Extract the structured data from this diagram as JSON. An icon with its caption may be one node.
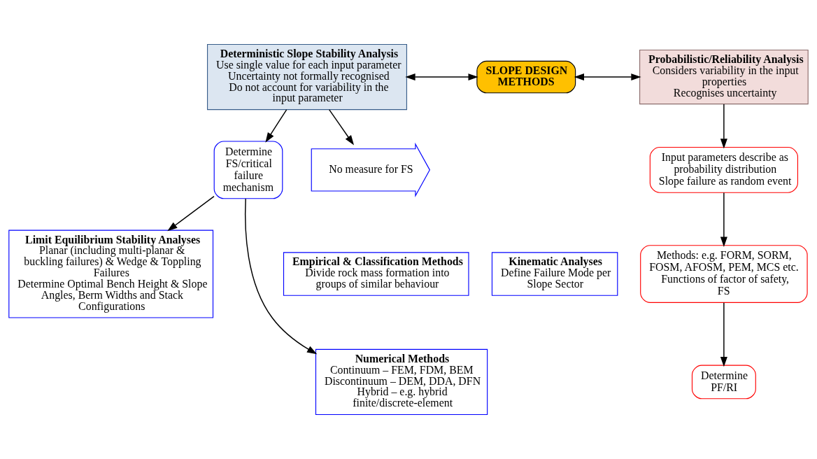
{
  "diagram": {
    "nodes": [
      {
        "text": [
          "Deterministic Slope Stability Analysis",
          "Use single value for each input parameter",
          "Uncertainty not formally recognised",
          "Do not account for variability in the input parameter"
        ]
      },
      {
        "text": [
          "SLOPE DESIGN METHODS"
        ]
      },
      {
        "text": [
          "Probabilistic/Reliability Analysis",
          "Considers variability in the input properties",
          "Recognises uncertainty"
        ]
      },
      {
        "text": [
          "Determine FS/critical failure mechanism"
        ]
      },
      {
        "text": [
          "No measure for FS"
        ]
      },
      {
        "text": [
          "Empirical & Classification Methods",
          "Divide rock mass formation into groups of similar behaviour"
        ]
      },
      {
        "text": [
          "Kinematic Analyses",
          "Define Failure Mode per Slope Sector"
        ]
      },
      {
        "text": [
          "Input parameters describe as probability distribution",
          "Slope failure as random event"
        ]
      },
      {
        "text": [
          "Methods: e.g. FORM, SORM, FOSM, AFOSM, PEM, MCS etc.",
          "Functions of factor of safety, FS"
        ]
      },
      {
        "text": [
          "Limit Equilibrium Stability Analyses",
          "Planar (including multi-planar & buckling failures) & Wedge & Toppling Failures",
          "Determine Optimal Bench Height & Slope Angles, Berm Widths and Stack Configurations"
        ]
      },
      {
        "text": [
          "Numerical Methods",
          "Continuum – FEM, FDM, BEM",
          "Discontinuum – DEM, DDA, DFN",
          "Hybrid – e.g. hybrid finite/discrete-element"
        ]
      },
      {
        "text": [
          "Determine PF/RI"
        ]
      }
    ],
    "edges": [
      {
        "from": 0,
        "to": 1,
        "arrow": "both"
      },
      {
        "from": 1,
        "to": 2,
        "arrow": "both"
      },
      {
        "from": 0,
        "to": 3,
        "arrow": "to"
      },
      {
        "from": 0,
        "to": 4,
        "arrow": "to"
      },
      {
        "from": 2,
        "to": 7,
        "arrow": "to"
      },
      {
        "from": 7,
        "to": 8,
        "arrow": "to"
      },
      {
        "from": 8,
        "to": 11,
        "arrow": "to"
      },
      {
        "from": 3,
        "to": 9,
        "arrow": "to"
      },
      {
        "from": 3,
        "to": 10,
        "arrow": "to"
      }
    ]
  }
}
